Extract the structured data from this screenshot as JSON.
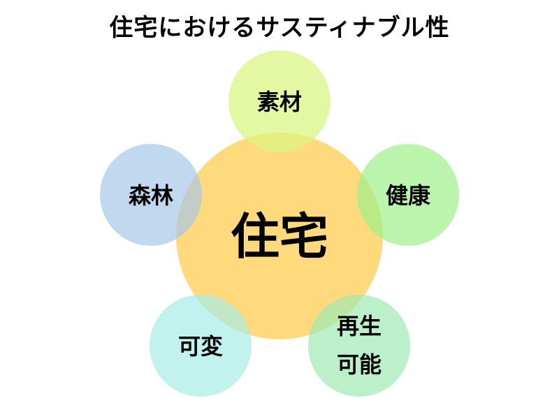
{
  "title": "住宅におけるサスティナブル性",
  "center": {
    "label": "住宅",
    "color": "#ffd466"
  },
  "satellites": [
    {
      "id": "sozai",
      "label": "素材",
      "color": "#d8f57d"
    },
    {
      "id": "kenko",
      "label": "健康",
      "color": "#9ef08a"
    },
    {
      "id": "saisei",
      "label_lines": [
        "再生",
        "可能"
      ],
      "color": "#9eeab4"
    },
    {
      "id": "kahen",
      "label": "可変",
      "color": "#a6ece6"
    },
    {
      "id": "shinrin",
      "label": "森林",
      "color": "#a8c8e8"
    }
  ]
}
